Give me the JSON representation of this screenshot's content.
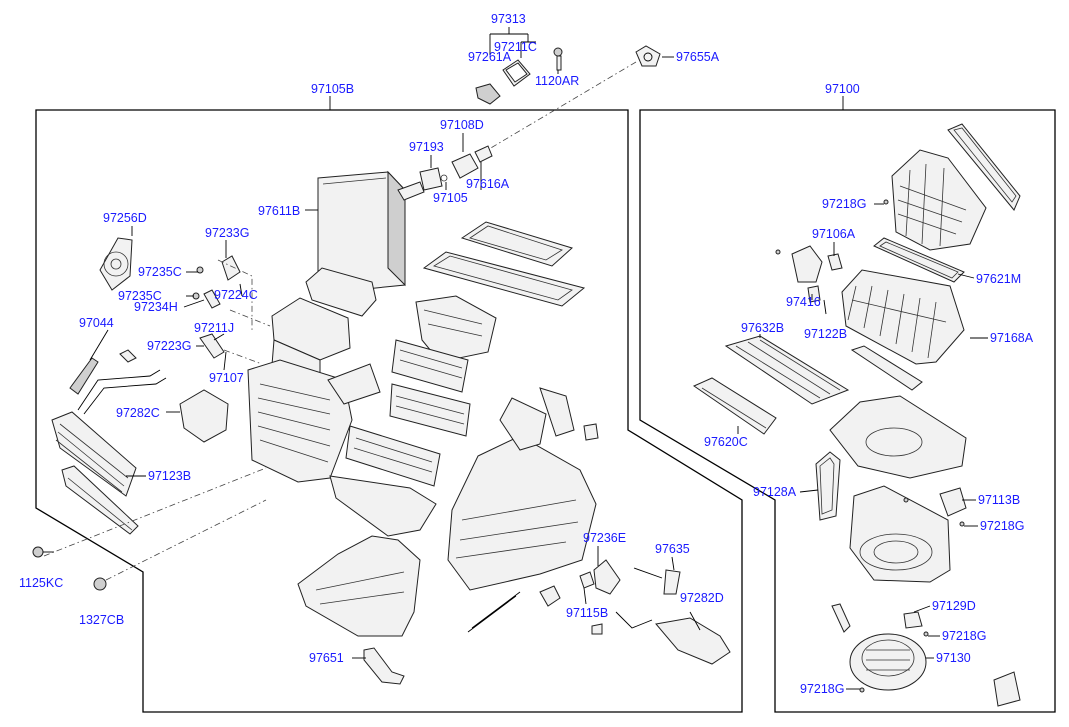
{
  "callouts": {
    "c97313": "97313",
    "c97211C": "97211C",
    "c97261A": "97261A",
    "c1120AR": "1120AR",
    "c97655A": "97655A",
    "c97105B": "97105B",
    "c97100": "97100",
    "c97108D": "97108D",
    "c97193": "97193",
    "c97105": "97105",
    "c97616A": "97616A",
    "c97611B": "97611B",
    "c97256D": "97256D",
    "c97233G": "97233G",
    "c97235C_a": "97235C",
    "c97235C_b": "97235C",
    "c97234H": "97234H",
    "c97224C": "97224C",
    "c97044": "97044",
    "c97211J": "97211J",
    "c97223G": "97223G",
    "c97107": "97107",
    "c97282C": "97282C",
    "c97123B": "97123B",
    "c1125KC": "1125KC",
    "c1327CB": "1327CB",
    "c97236E": "97236E",
    "c97635": "97635",
    "c97115B": "97115B",
    "c97282D": "97282D",
    "c97651": "97651",
    "c97218G_a": "97218G",
    "c97106A": "97106A",
    "c97621M": "97621M",
    "c97416": "97416",
    "c97122B": "97122B",
    "c97168A": "97168A",
    "c97632B": "97632B",
    "c97620C": "97620C",
    "c97128A": "97128A",
    "c97113B": "97113B",
    "c97218G_b": "97218G",
    "c97129D": "97129D",
    "c97218G_c": "97218G",
    "c97130": "97130",
    "c97218G_d": "97218G"
  }
}
